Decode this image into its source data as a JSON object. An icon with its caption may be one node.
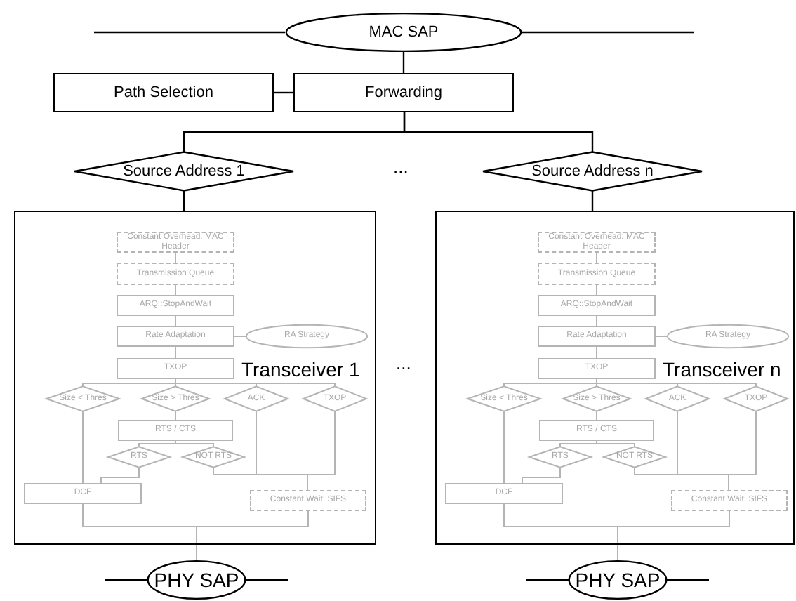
{
  "diagram": {
    "nodes": [
      {
        "text": [
          "MAC SAP"
        ]
      },
      {
        "text": [
          "Path Selection"
        ]
      },
      {
        "text": [
          "Forwarding"
        ]
      },
      {
        "text": [
          "Source Address 1"
        ]
      },
      {
        "text": [
          "Source Address n"
        ]
      },
      {
        "text": [
          "Transceiver 1"
        ]
      },
      {
        "text": [
          "Constant Overhead: MAC Header"
        ],
        "in": 5
      },
      {
        "text": [
          "Transmission Queue"
        ],
        "in": 5
      },
      {
        "text": [
          "ARQ::StopAndWait"
        ],
        "in": 5
      },
      {
        "text": [
          "Rate Adaptation"
        ],
        "in": 5
      },
      {
        "text": [
          "RA Strategy"
        ],
        "in": 5
      },
      {
        "text": [
          "TXOP"
        ],
        "in": 5
      },
      {
        "text": [
          "Size < Thres"
        ],
        "in": 5
      },
      {
        "text": [
          "Size > Thres"
        ],
        "in": 5
      },
      {
        "text": [
          "ACK"
        ],
        "in": 5
      },
      {
        "text": [
          "TXOP"
        ],
        "in": 5
      },
      {
        "text": [
          "RTS / CTS"
        ],
        "in": 5
      },
      {
        "text": [
          "RTS"
        ],
        "in": 5
      },
      {
        "text": [
          "NOT RTS"
        ],
        "in": 5
      },
      {
        "text": [
          "DCF"
        ],
        "in": 5
      },
      {
        "text": [
          "Constant Wait: SIFS"
        ],
        "in": 5
      },
      {
        "text": [
          "Transceiver n"
        ]
      },
      {
        "text": [
          "Constant Overhead: MAC Header"
        ],
        "in": 21
      },
      {
        "text": [
          "Transmission Queue"
        ],
        "in": 21
      },
      {
        "text": [
          "ARQ::StopAndWait"
        ],
        "in": 21
      },
      {
        "text": [
          "Rate Adaptation"
        ],
        "in": 21
      },
      {
        "text": [
          "RA Strategy"
        ],
        "in": 21
      },
      {
        "text": [
          "TXOP"
        ],
        "in": 21
      },
      {
        "text": [
          "Size < Thres"
        ],
        "in": 21
      },
      {
        "text": [
          "Size > Thres"
        ],
        "in": 21
      },
      {
        "text": [
          "ACK"
        ],
        "in": 21
      },
      {
        "text": [
          "TXOP"
        ],
        "in": 21
      },
      {
        "text": [
          "RTS / CTS"
        ],
        "in": 21
      },
      {
        "text": [
          "RTS"
        ],
        "in": 21
      },
      {
        "text": [
          "NOT RTS"
        ],
        "in": 21
      },
      {
        "text": [
          "DCF"
        ],
        "in": 21
      },
      {
        "text": [
          "Constant Wait: SIFS"
        ],
        "in": 21
      },
      {
        "text": [
          "PHY SAP"
        ]
      },
      {
        "text": [
          "PHY SAP"
        ]
      }
    ],
    "edges": [
      {
        "from": 0,
        "to": 2,
        "arrow": "none",
        "color": "#000000"
      },
      {
        "from": 1,
        "to": 2,
        "arrow": "none",
        "color": "#000000"
      },
      {
        "from": 2,
        "to": 3,
        "arrow": "none",
        "color": "#000000"
      },
      {
        "from": 2,
        "to": 4,
        "arrow": "none",
        "color": "#000000"
      },
      {
        "from": 3,
        "to": 5,
        "arrow": "none",
        "color": "#000000"
      },
      {
        "from": 4,
        "to": 21,
        "arrow": "none",
        "color": "#000000"
      },
      {
        "from": 6,
        "to": 7,
        "arrow": "none"
      },
      {
        "from": 7,
        "to": 8,
        "arrow": "none"
      },
      {
        "from": 8,
        "to": 9,
        "arrow": "none"
      },
      {
        "from": 9,
        "to": 10,
        "arrow": "none"
      },
      {
        "from": 9,
        "to": 11,
        "arrow": "none"
      },
      {
        "from": 11,
        "to": 12,
        "arrow": "none"
      },
      {
        "from": 11,
        "to": 13,
        "arrow": "none"
      },
      {
        "from": 11,
        "to": 14,
        "arrow": "none"
      },
      {
        "from": 11,
        "to": 15,
        "arrow": "none"
      },
      {
        "from": 12,
        "to": 19,
        "arrow": "none"
      },
      {
        "from": 13,
        "to": 16,
        "arrow": "none"
      },
      {
        "from": 16,
        "to": 17,
        "arrow": "none"
      },
      {
        "from": 16,
        "to": 18,
        "arrow": "none"
      },
      {
        "from": 17,
        "to": 19,
        "arrow": "none"
      },
      {
        "from": 18,
        "to": 20,
        "arrow": "none"
      },
      {
        "from": 14,
        "to": 20,
        "arrow": "none"
      },
      {
        "from": 15,
        "to": 20,
        "arrow": "none"
      },
      {
        "from": 19,
        "to": 37,
        "arrow": "none"
      },
      {
        "from": 20,
        "to": 37,
        "arrow": "none"
      },
      {
        "from": 22,
        "to": 23,
        "arrow": "none"
      },
      {
        "from": 23,
        "to": 24,
        "arrow": "none"
      },
      {
        "from": 24,
        "to": 25,
        "arrow": "none"
      },
      {
        "from": 25,
        "to": 26,
        "arrow": "none"
      },
      {
        "from": 25,
        "to": 27,
        "arrow": "none"
      },
      {
        "from": 27,
        "to": 28,
        "arrow": "none"
      },
      {
        "from": 27,
        "to": 29,
        "arrow": "none"
      },
      {
        "from": 27,
        "to": 30,
        "arrow": "none"
      },
      {
        "from": 27,
        "to": 31,
        "arrow": "none"
      },
      {
        "from": 28,
        "to": 35,
        "arrow": "none"
      },
      {
        "from": 29,
        "to": 32,
        "arrow": "none"
      },
      {
        "from": 32,
        "to": 33,
        "arrow": "none"
      },
      {
        "from": 32,
        "to": 34,
        "arrow": "none"
      },
      {
        "from": 33,
        "to": 35,
        "arrow": "none"
      },
      {
        "from": 34,
        "to": 36,
        "arrow": "none"
      },
      {
        "from": 30,
        "to": 36,
        "arrow": "none"
      },
      {
        "from": 31,
        "to": 36,
        "arrow": "none"
      },
      {
        "from": 35,
        "to": 38,
        "arrow": "none"
      },
      {
        "from": 36,
        "to": 38,
        "arrow": "none"
      }
    ],
    "labels": [
      "...",
      "..."
    ]
  }
}
